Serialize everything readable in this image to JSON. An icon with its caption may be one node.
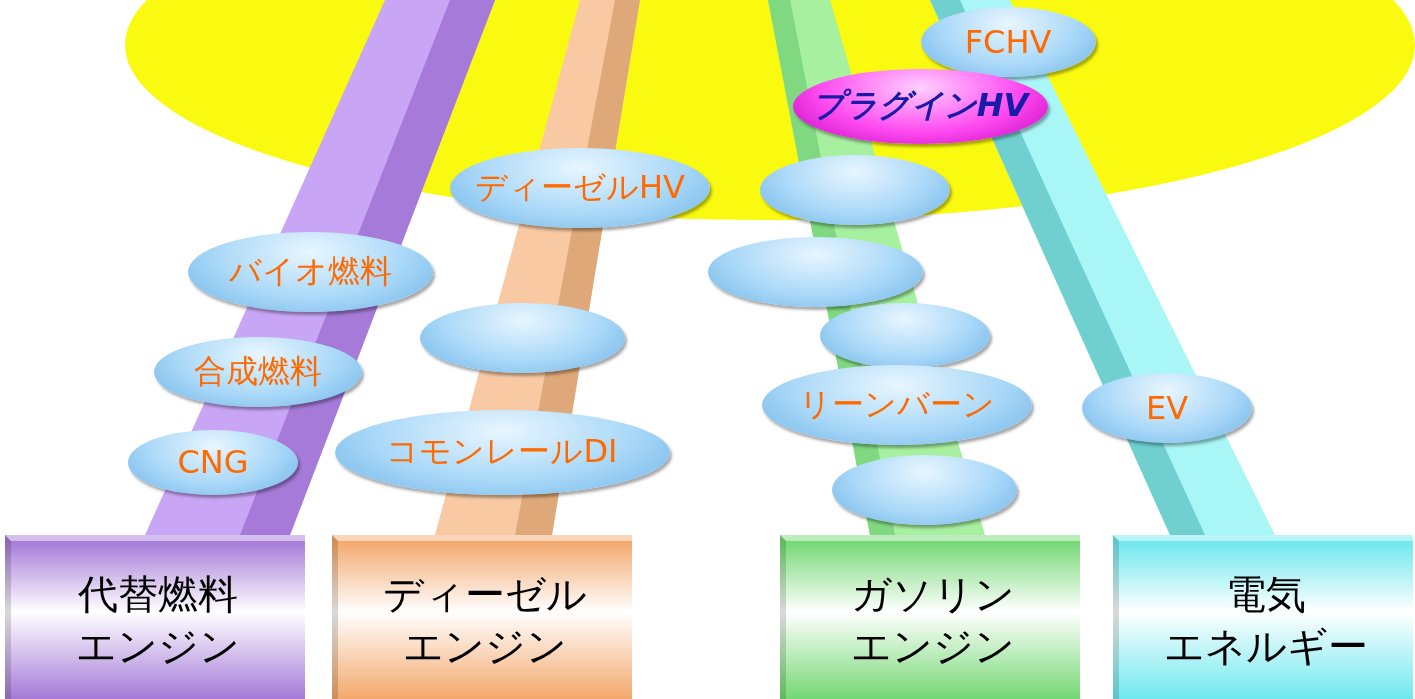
{
  "diagram": {
    "nodes": [
      {
        "text": [
          "FCHV"
        ]
      },
      {
        "text": [
          "プラグインHV"
        ]
      },
      {
        "text": [
          "ディーゼルHV"
        ]
      },
      {
        "text": [],
        "shape": "ellipse"
      },
      {
        "text": [
          "バイオ燃料"
        ]
      },
      {
        "text": [],
        "shape": "ellipse"
      },
      {
        "text": [],
        "shape": "ellipse"
      },
      {
        "text": [],
        "shape": "ellipse"
      },
      {
        "text": [
          "合成燃料"
        ]
      },
      {
        "text": [
          "リーンバーン"
        ]
      },
      {
        "text": [
          "EV"
        ]
      },
      {
        "text": [
          "コモンレールDI"
        ]
      },
      {
        "text": [
          "CNG"
        ]
      },
      {
        "text": [],
        "shape": "ellipse"
      },
      {
        "text": [
          "代替燃料エンジン"
        ]
      },
      {
        "text": [
          "ディーゼルエンジン"
        ]
      },
      {
        "text": [
          "ガソリンエンジン"
        ]
      },
      {
        "text": [
          "電気エネルギー"
        ]
      }
    ],
    "edges": []
  }
}
